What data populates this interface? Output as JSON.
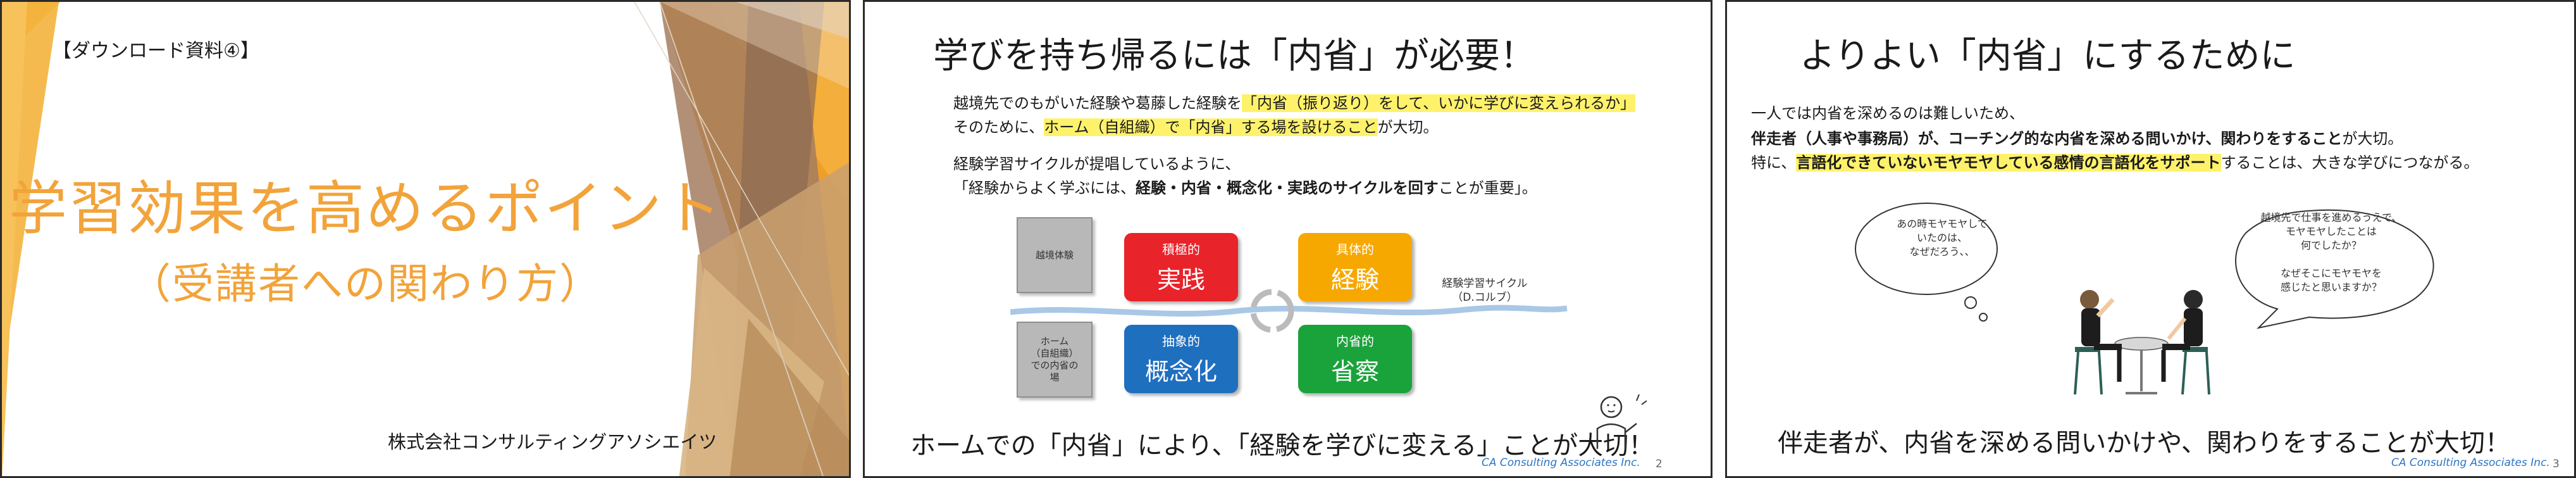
{
  "slide1": {
    "tag": "【ダウンロード資料④】",
    "title": "学習効果を高めるポイント",
    "subtitle": "（受講者への関わり方）",
    "company": "株式会社コンサルティングアソシエイツ",
    "accent_color": "#f2a33a"
  },
  "slide2": {
    "title": "学びを持ち帰るには「内省」が必要！",
    "line1_pre": "越境先でのもがいた経験や葛藤した経験を",
    "line1_hl": "「内省（振り返り）をして、いかに学びに変えられるか」",
    "line2_pre": "そのために、",
    "line2_hl": "ホーム（自組織）で「内省」する場を設けること",
    "line2_post": "が大切。",
    "line3": "経験学習サイクルが提唱しているように、",
    "line4_pre": "「経験からよく学ぶには、",
    "line4_bold": "経験・内省・概念化・実践のサイクルを回す",
    "line4_post": "ことが重要」。",
    "label_ekkyo": "越境体験",
    "label_home": "ホーム\n（自組織）\nでの内省の\n場",
    "box_jissen": {
      "small": "積極的",
      "big": "実践",
      "color": "#e8232a"
    },
    "box_keiken": {
      "small": "具体的",
      "big": "経験",
      "color": "#f7a800"
    },
    "box_gainen": {
      "small": "抽象的",
      "big": "概念化",
      "color": "#1f6fbf"
    },
    "box_shousatsu": {
      "small": "内省的",
      "big": "省察",
      "color": "#1aa33b"
    },
    "cycle_note_1": "経験学習サイクル",
    "cycle_note_2": "（D.コルブ）",
    "bottom": "ホームでの「内省」により、「経験を学びに変える」ことが大切！",
    "logo": "CA Consulting Associates Inc.",
    "page": "2"
  },
  "slide3": {
    "title": "よりよい「内省」にするために",
    "line1": "一人では内省を深めるのは難しいため、",
    "line2_bold": "伴走者（人事や事務局）が、コーチング的な内省を深める問いかけ、関わりをすること",
    "line2_post": "が大切。",
    "line3_pre": "特に、",
    "line3_hl": "言語化できていないモヤモヤしている感情の言語化をサポート",
    "line3_post": "することは、大きな学びにつながる。",
    "bubble_left": "あの時モヤモヤして\nいたのは、\nなぜだろう、、",
    "bubble_right": "越境先で仕事を進めるうえで、\nモヤモヤしたことは\n何でしたか？\n\nなぜそこにモヤモヤを\n感じたと思いますか？",
    "bottom": "伴走者が、内省を深める問いかけや、関わりをすることが大切！",
    "logo": "CA Consulting Associates Inc.",
    "page": "3"
  }
}
